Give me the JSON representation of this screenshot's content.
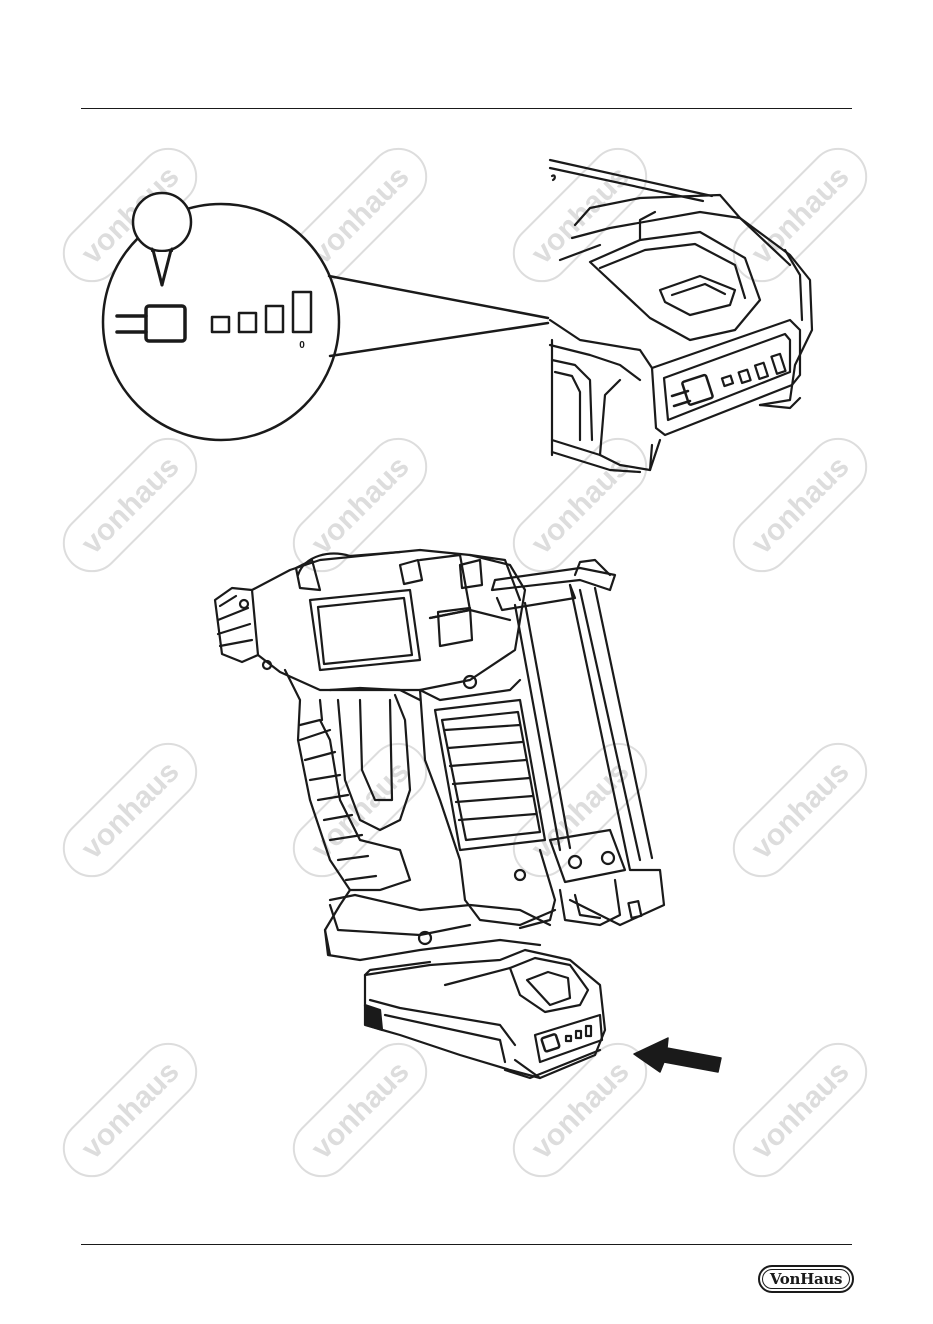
{
  "page": {
    "brand_logo_text": "VonHaus",
    "watermark_text": "vonhaus",
    "indicator_zero_label": "0"
  },
  "colors": {
    "line": "#1a1a1a",
    "watermark": "#dddddd",
    "background": "#ffffff"
  }
}
